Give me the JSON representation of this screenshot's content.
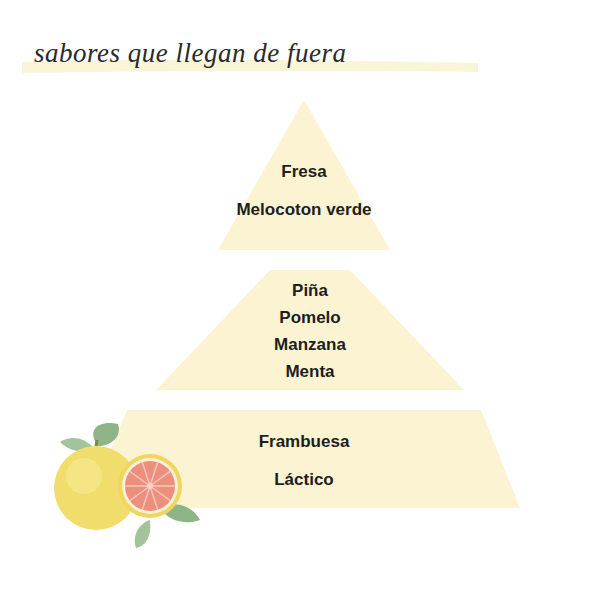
{
  "diagram": {
    "title": "sabores que llegan de fuera",
    "nodes": [
      {
        "text": [
          "Fresa",
          "Melocoton verde"
        ]
      },
      {
        "text": [
          "Piña",
          "Pomelo",
          "Manzana",
          "Menta"
        ]
      },
      {
        "text": [
          "Frambuesa",
          "Láctico"
        ]
      }
    ]
  }
}
